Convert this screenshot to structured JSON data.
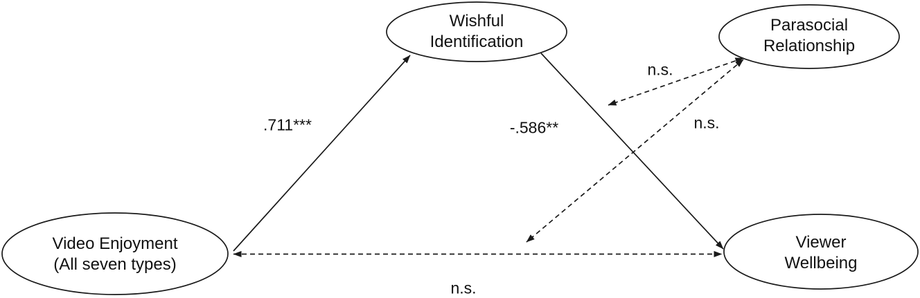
{
  "nodes": {
    "video_enjoyment": {
      "line1": "Video Enjoyment",
      "line2": "(All seven types)"
    },
    "wishful_identification": {
      "line1": "Wishful",
      "line2": "Identification"
    },
    "parasocial_relationship": {
      "line1": "Parasocial",
      "line2": "Relationship"
    },
    "viewer_wellbeing": {
      "line1": "Viewer",
      "line2": "Wellbeing"
    }
  },
  "paths": {
    "enjoyment_to_identification": {
      "label": ".711***",
      "style": "solid",
      "from": "video_enjoyment",
      "to": "wishful_identification"
    },
    "identification_to_wellbeing": {
      "label": "-.586**",
      "style": "solid",
      "from": "wishful_identification",
      "to": "viewer_wellbeing"
    },
    "enjoyment_to_wellbeing": {
      "label": "n.s.",
      "style": "dashed",
      "from": "video_enjoyment",
      "to": "viewer_wellbeing"
    },
    "parasocial_moderates_b_path": {
      "label": "n.s.",
      "style": "dashed",
      "from": "parasocial_relationship",
      "to": "identification_to_wellbeing_path"
    },
    "parasocial_moderates_direct_path": {
      "label": "n.s.",
      "style": "dashed",
      "from": "parasocial_relationship",
      "to": "enjoyment_to_wellbeing_path"
    }
  },
  "colors": {
    "line": "#1a1a1a",
    "text": "#111111",
    "background": "#ffffff"
  }
}
